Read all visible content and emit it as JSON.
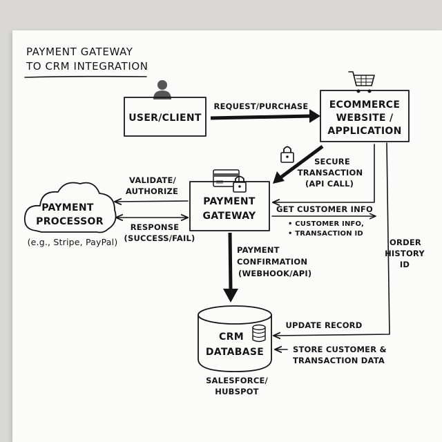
{
  "title": {
    "line1": "PAYMENT GATEWAY",
    "line2": "TO CRM INTEGRATION"
  },
  "nodes": {
    "user": {
      "label": "USER/CLIENT",
      "icon": "person-icon"
    },
    "ecommerce": {
      "line1": "ECOMMERCE",
      "line2": "WEBSITE /",
      "line3": "APPLICATION",
      "icon": "shopping-cart-icon"
    },
    "gateway": {
      "line1": "PAYMENT",
      "line2": "GATEWAY",
      "icon": "credit-card-lock-icon"
    },
    "processor": {
      "line1": "PAYMENT",
      "line2": "PROCESSOR",
      "caption": "(e.g., Stripe, PayPal)"
    },
    "crm": {
      "line1": "CRM",
      "line2": "DATABASE",
      "caption1": "SALESFORCE/",
      "caption2": "HUBSPOT",
      "icon": "database-icon"
    }
  },
  "edges": {
    "request": "REQUEST/PURCHASE",
    "secure": {
      "line1": "SECURE",
      "line2": "TRANSACTION",
      "line3": "(API CALL)"
    },
    "validate": {
      "line1": "VALIDATE/",
      "line2": "AUTHORIZE"
    },
    "response": {
      "line1": "RESPONSE",
      "line2": "(SUCCESS/FAIL)"
    },
    "get_customer": "GET CUSTOMER INFO",
    "customer_items": [
      "• CUSTOMER INFO,",
      "• TRANSACTION ID"
    ],
    "confirmation": {
      "line1": "PAYMENT",
      "line2": "CONFIRMATION",
      "line3": "(WEBHOOK/API)"
    },
    "order_history": {
      "line1": "ORDER",
      "line2": "HISTORY",
      "line3": "ID"
    },
    "update_record": "UPDATE RECORD",
    "store": {
      "line1": "STORE CUSTOMER &",
      "line2": "TRANSACTION DATA"
    }
  }
}
